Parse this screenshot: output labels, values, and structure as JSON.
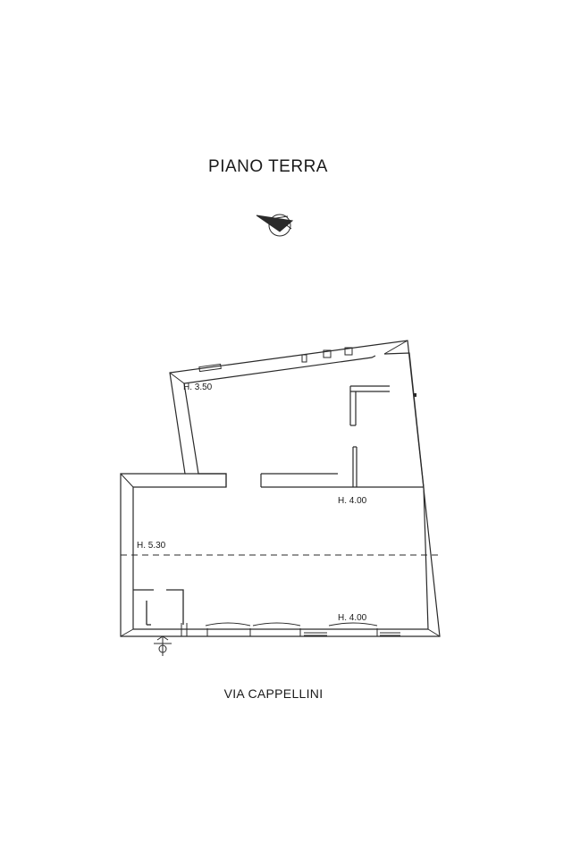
{
  "plan": {
    "title": "PIANO TERRA",
    "street": "VIA CAPPELLINI",
    "heights": {
      "upper_left": "H. 3.50",
      "upper_right": "H. 4.00",
      "middle": "H. 5.30",
      "lower": "H. 4.00"
    },
    "colors": {
      "line": "#2a2a2a",
      "wall_fill": "#ffffff"
    },
    "icons": {
      "north_arrow": "north-arrow-icon",
      "entrance": "entrance-marker-icon"
    }
  }
}
